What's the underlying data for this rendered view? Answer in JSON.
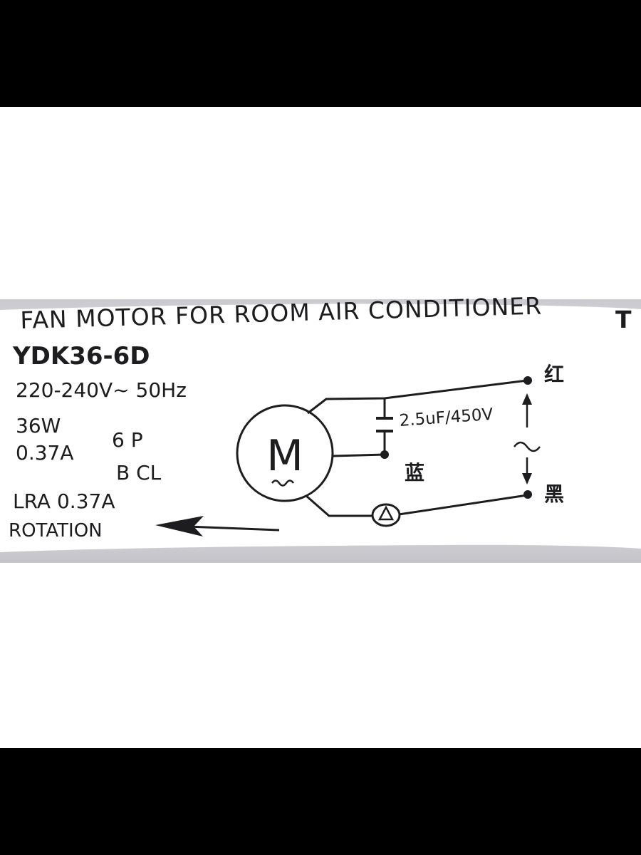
{
  "label": {
    "title": "FAN MOTOR FOR ROOM AIR CONDITIONER",
    "corner_mark": "T",
    "model": "YDK36-6D",
    "voltage_frequency": "220-240V~ 50Hz",
    "power": "36W",
    "poles": "6 P",
    "current": "0.37A",
    "insulation_class": "B CL",
    "locked_rotor_current": "LRA 0.37A",
    "rotation": "ROTATION"
  },
  "diagram": {
    "motor_symbol": "M",
    "capacitor": "2.5uF/450V",
    "wire_red": "红",
    "wire_blue": "蓝",
    "wire_black": "黑"
  },
  "colors": {
    "background_bars": "#000000",
    "sticker": "#ffffff",
    "motor_casing": "#d6d6da",
    "print_ink": "#1d1d1f"
  }
}
